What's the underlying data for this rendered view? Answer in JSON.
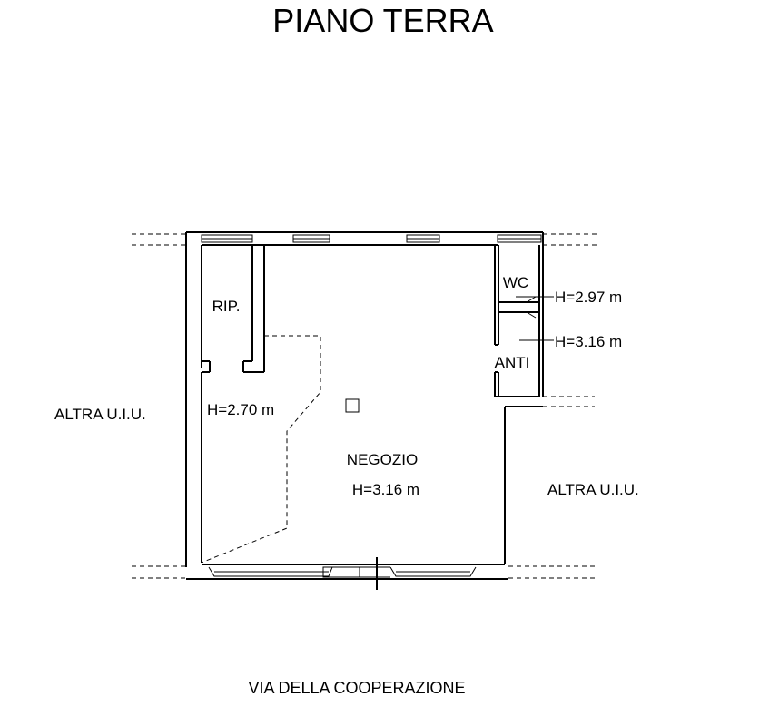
{
  "title": "PIANO TERRA",
  "rooms": {
    "rip": "RIP.",
    "wc": "WC",
    "anti": "ANTI",
    "negozio": "NEGOZIO"
  },
  "heights": {
    "wc": "H=2.97 m",
    "anti": "H=3.16 m",
    "rip_area": "H=2.70 m",
    "negozio": "H=3.16 m"
  },
  "neighbors": {
    "left": "ALTRA U.I.U.",
    "right": "ALTRA U.I.U."
  },
  "street": "VIA DELLA COOPERAZIONE"
}
